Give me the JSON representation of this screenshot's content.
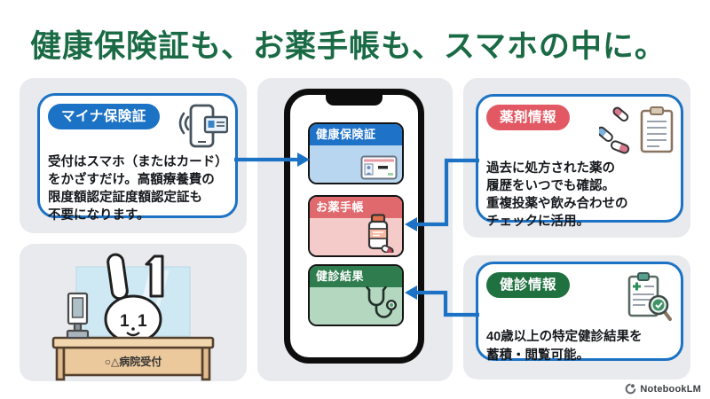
{
  "title": "健康保険証も、お薬手帳も、スマホの中に。",
  "colors": {
    "title_green": "#1a6b45",
    "accent_blue": "#1c72c4",
    "badge_red": "#e25964",
    "badge_green": "#1f7140",
    "panel_gray": "#e8eaee",
    "phone_frame": "#0d0d0d",
    "arrow_blue": "#1c72c4"
  },
  "left_top_card": {
    "badge": "マイナ保険証",
    "lines": [
      "受付はスマホ（またはカード）",
      "をかざすだけ。高額療養費の",
      "限度額認定証度額認定証も",
      "不要になります。"
    ]
  },
  "reception": {
    "desk_sign": "○△病院受付"
  },
  "phone": {
    "cards": [
      {
        "label": "健康保険証",
        "icon": "id-card-icon",
        "header_color": "#1e72c8",
        "body_color": "#b9d6f0"
      },
      {
        "label": "お薬手帳",
        "icon": "medicine-bottle-icon",
        "header_color": "#e0696d",
        "body_color": "#f5cbc9"
      },
      {
        "label": "健診結果",
        "icon": "stethoscope-icon",
        "header_color": "#2f7d4e",
        "body_color": "#b4d8bf"
      }
    ]
  },
  "right_top_card": {
    "badge": "薬剤情報",
    "lines": [
      "過去に処方された薬の",
      "履歴をいつでも確認。",
      "重複投薬や飲み合わせの",
      "チェックに活用。"
    ]
  },
  "right_bottom_card": {
    "badge": "健診情報",
    "lines": [
      "40歳以上の特定健診結果を",
      "蓄積・閲覧可能。"
    ]
  },
  "icons": {
    "myna_card": "phone-nfc-card-icon",
    "medication": "capsules-clipboard-icon",
    "checkup": "clipboard-magnifier-icon",
    "phone_card_1": "id-card-icon",
    "phone_card_2": "medicine-bottle-icon",
    "phone_card_3": "stethoscope-icon",
    "footer": "notebooklm-logo-icon"
  },
  "footer": {
    "brand": "NotebookLM"
  }
}
